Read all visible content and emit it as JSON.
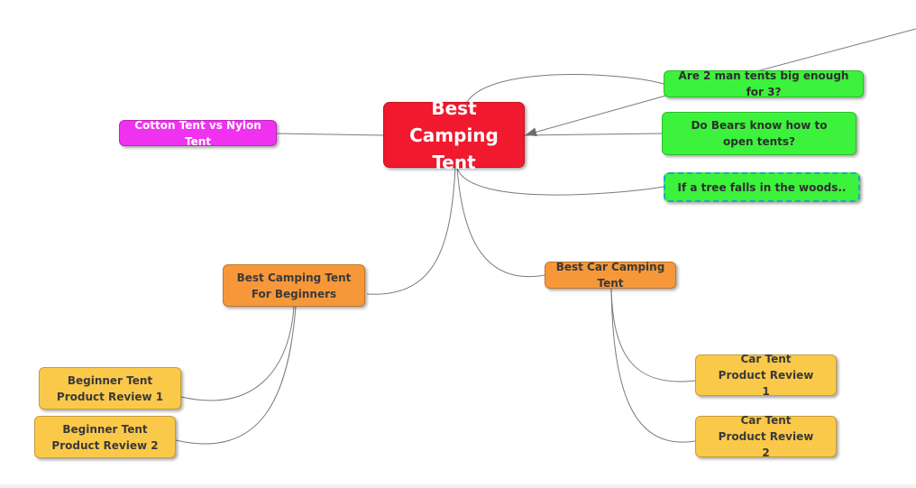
{
  "mindmap": {
    "central": "Best Camping Tent",
    "left_topic": "Cotton Tent vs Nylon Tent",
    "right_topics": [
      "Are 2 man tents big enough for 3?",
      "Do Bears know how to open tents?",
      "If a tree falls in the woods.."
    ],
    "branches": {
      "beginners": {
        "title": "Best Camping Tent For Beginners",
        "children": [
          "Beginner Tent Product Review 1",
          "Beginner Tent Product Review 2"
        ]
      },
      "car": {
        "title": "Best Car Camping Tent",
        "children": [
          "Car Tent Product Review 1",
          "Car Tent Product Review 2"
        ]
      }
    }
  },
  "colors": {
    "central": "#f0192e",
    "left_topic": "#f032f0",
    "right_topics": "#3cf23c",
    "branch": "#f6983a",
    "sub_branch": "#fbc94a",
    "focus_border": "#1fa4c8",
    "link": "#7a7a7a"
  }
}
